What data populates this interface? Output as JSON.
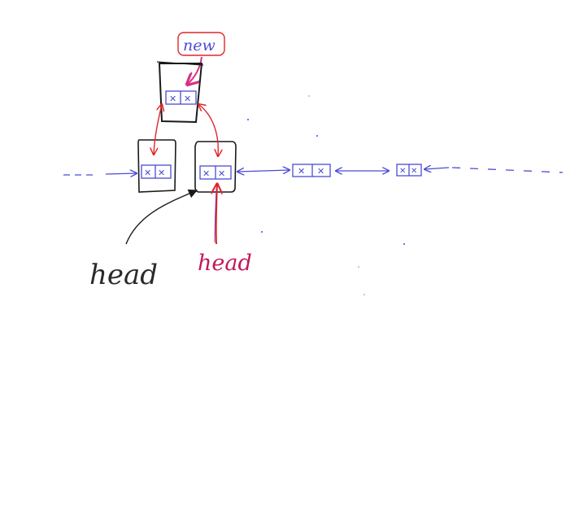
{
  "labels": {
    "new": "new",
    "head_old": "head",
    "head_new": "head"
  },
  "colors": {
    "blue": "#4b4bd6",
    "red": "#e0252b",
    "purple": "#7b2ea0",
    "black": "#1a1a1a",
    "pink": "#e94b6a",
    "background": "#ffffff"
  },
  "nodes": [
    {
      "id": "new-node",
      "label": "new",
      "style": "outlined-card"
    },
    {
      "id": "prev-node",
      "style": "outlined-card"
    },
    {
      "id": "head-node",
      "style": "outlined-card"
    },
    {
      "id": "node-3",
      "style": "plain"
    },
    {
      "id": "node-4",
      "style": "plain"
    }
  ],
  "links": [
    {
      "from": "new-node",
      "to": "prev-node",
      "kind": "double",
      "color": "red"
    },
    {
      "from": "new-node",
      "to": "head-node",
      "kind": "double",
      "color": "red"
    },
    {
      "from": "head-node",
      "to": "node-3",
      "kind": "double",
      "color": "blue"
    },
    {
      "from": "node-3",
      "to": "node-4",
      "kind": "double",
      "color": "blue"
    },
    {
      "from": "new-label",
      "to": "new-node",
      "kind": "pointer",
      "color": "pink"
    },
    {
      "from": "head-old-label",
      "to": "head-node",
      "kind": "pointer",
      "color": "black"
    },
    {
      "from": "head-new-label",
      "to": "head-node",
      "kind": "pointer",
      "color": "red"
    }
  ]
}
